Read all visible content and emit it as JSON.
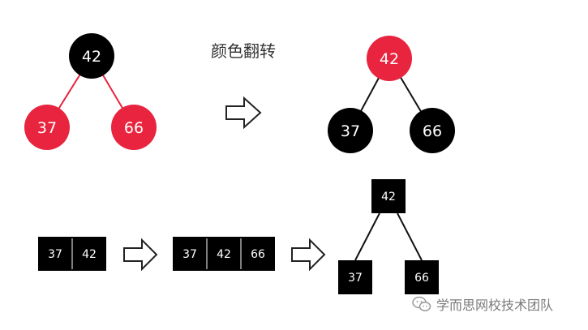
{
  "colors": {
    "red": "#e8243f",
    "black": "#000000",
    "edge_red": "#e8243f",
    "edge_black": "#111111"
  },
  "top_left_tree": {
    "root": "42",
    "left": "37",
    "right": "66"
  },
  "title": "颜色翻转",
  "top_right_tree": {
    "root": "42",
    "left": "37",
    "right": "66"
  },
  "row_boxes": {
    "first": [
      "37",
      "42"
    ],
    "second": [
      "37",
      "42",
      "66"
    ]
  },
  "bottom_tree": {
    "root": "42",
    "left": "37",
    "right": "66"
  },
  "watermark": {
    "text": "学而思网校技术团队",
    "icon": "wechat-official-account-icon"
  }
}
